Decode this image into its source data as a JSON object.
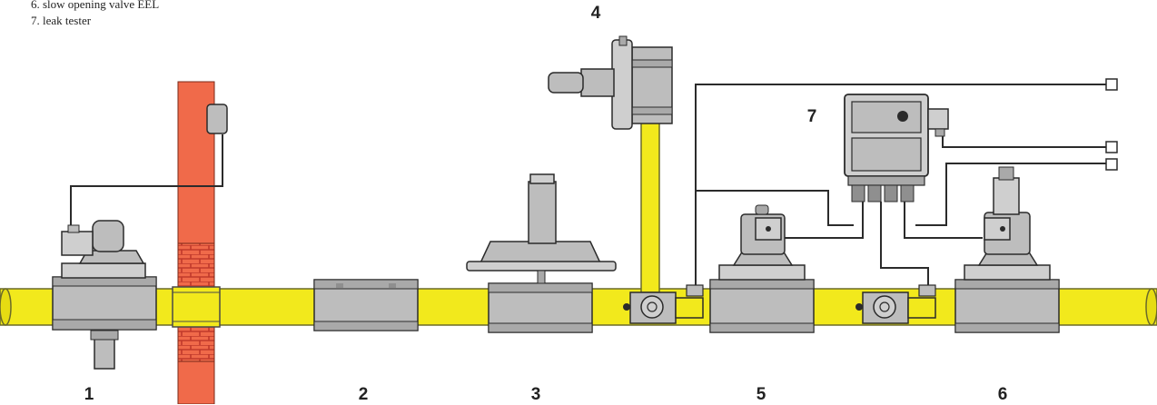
{
  "legend": {
    "items": [
      "6. slow opening valve EEL",
      "7. leak tester"
    ]
  },
  "labels": {
    "c1": "1",
    "c2": "2",
    "c3": "3",
    "c4": "4",
    "c5": "5",
    "c6": "6",
    "c7": "7"
  },
  "colors": {
    "pipe": "#f2e91c",
    "pipe_stroke": "#6b6a2a",
    "wall": "#f06a4a",
    "brick": "#c0392b",
    "body": "#bdbdbd",
    "body_dark": "#8f8f8f",
    "outline": "#2b2b2b",
    "wire": "#2b2b2b"
  }
}
